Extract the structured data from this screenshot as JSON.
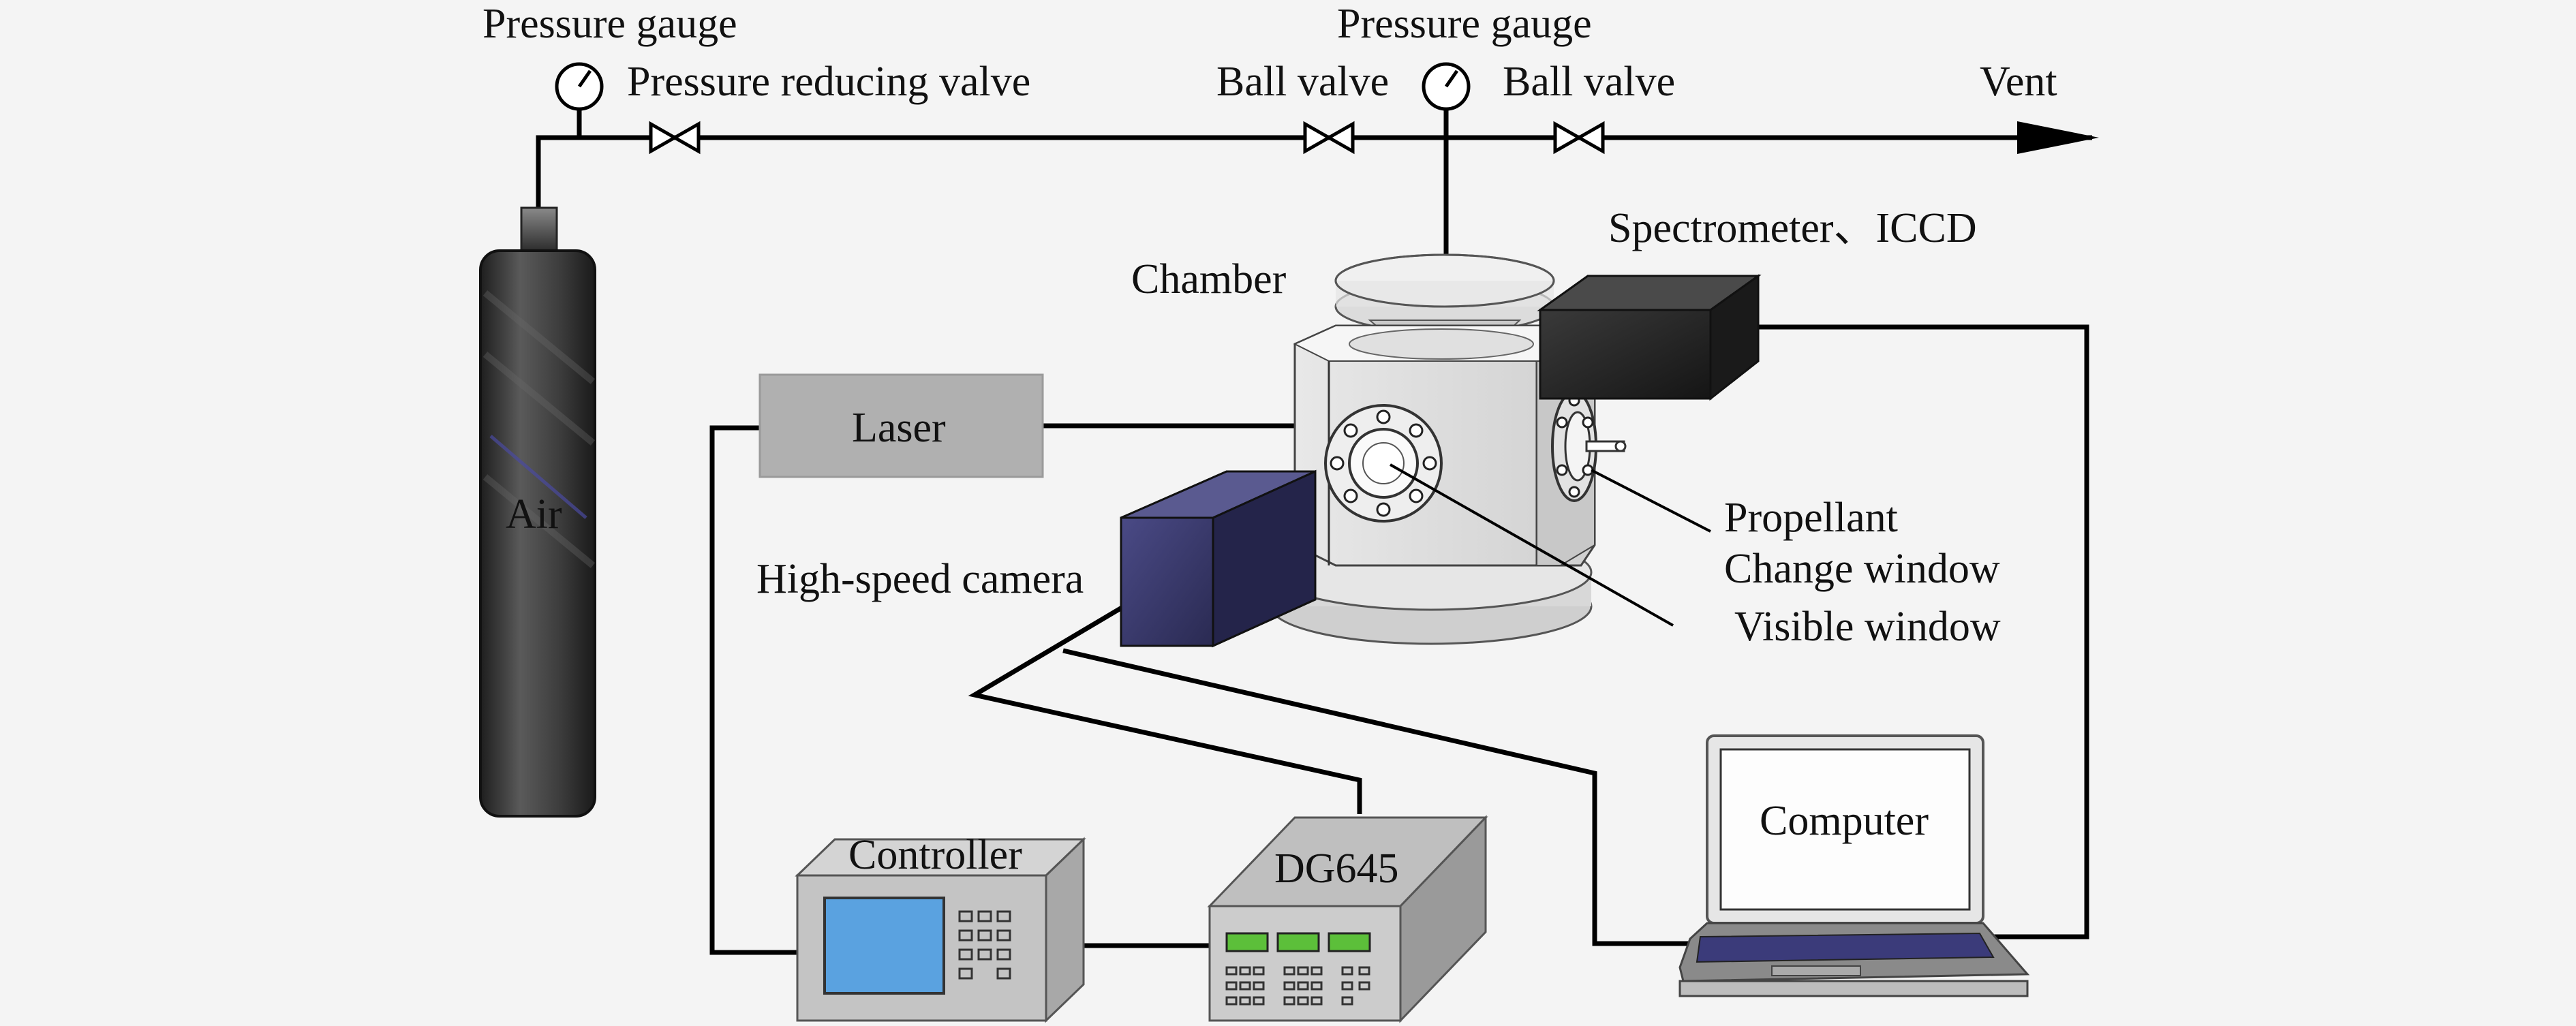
{
  "gas_line": {
    "pressure_gauge_left": "Pressure gauge",
    "pressure_reducing_valve": "Pressure reducing valve",
    "ball_valve_left": "Ball valve",
    "pressure_gauge_right": "Pressure gauge",
    "ball_valve_right": "Ball valve",
    "vent": "Vent"
  },
  "cylinder": {
    "label": "Air"
  },
  "chamber": {
    "label": "Chamber",
    "propellant": "Propellant",
    "change_window": "Change window",
    "visible_window": "Visible window"
  },
  "spectrometer": {
    "label": "Spectrometer、ICCD"
  },
  "laser": {
    "label": "Laser"
  },
  "camera": {
    "label": "High-speed camera"
  },
  "controller": {
    "label": "Controller"
  },
  "delay_generator": {
    "label": "DG645"
  },
  "computer": {
    "label": "Computer"
  },
  "colors": {
    "cylinder": "#3a3a3a",
    "camera": "#3b3a6e",
    "controller_screen": "#5aa2e0",
    "dg_display": "#5cbf3a",
    "laser_box": "#b0b0b0"
  }
}
